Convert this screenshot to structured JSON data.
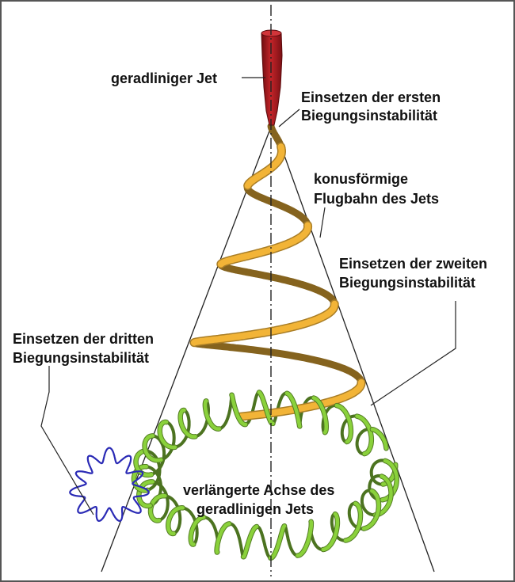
{
  "labels": {
    "straight_jet": "geradliniger Jet",
    "first_onset_line1": "Einsetzen der ersten",
    "first_onset_line2": "Biegungsinstabilität",
    "cone_line1": "konusförmige",
    "cone_line2": "Flugbahn des Jets",
    "second_onset_line1": "Einsetzen der zweiten",
    "second_onset_line2": "Biegungsinstabilität",
    "third_onset_line1": "Einsetzen der dritten",
    "third_onset_line2": "Biegungsinstabilität",
    "axis_line1": "verlängerte Achse des",
    "axis_line2": "geradlinigen Jets"
  },
  "colors": {
    "straight_jet": "#b01c22",
    "first_instability_coil": "#f2b437",
    "second_instability_coil": "#8ad13b",
    "third_instability_coil": "#2a2ab5",
    "cone_lines": "#222222",
    "axis_line": "#222222"
  }
}
